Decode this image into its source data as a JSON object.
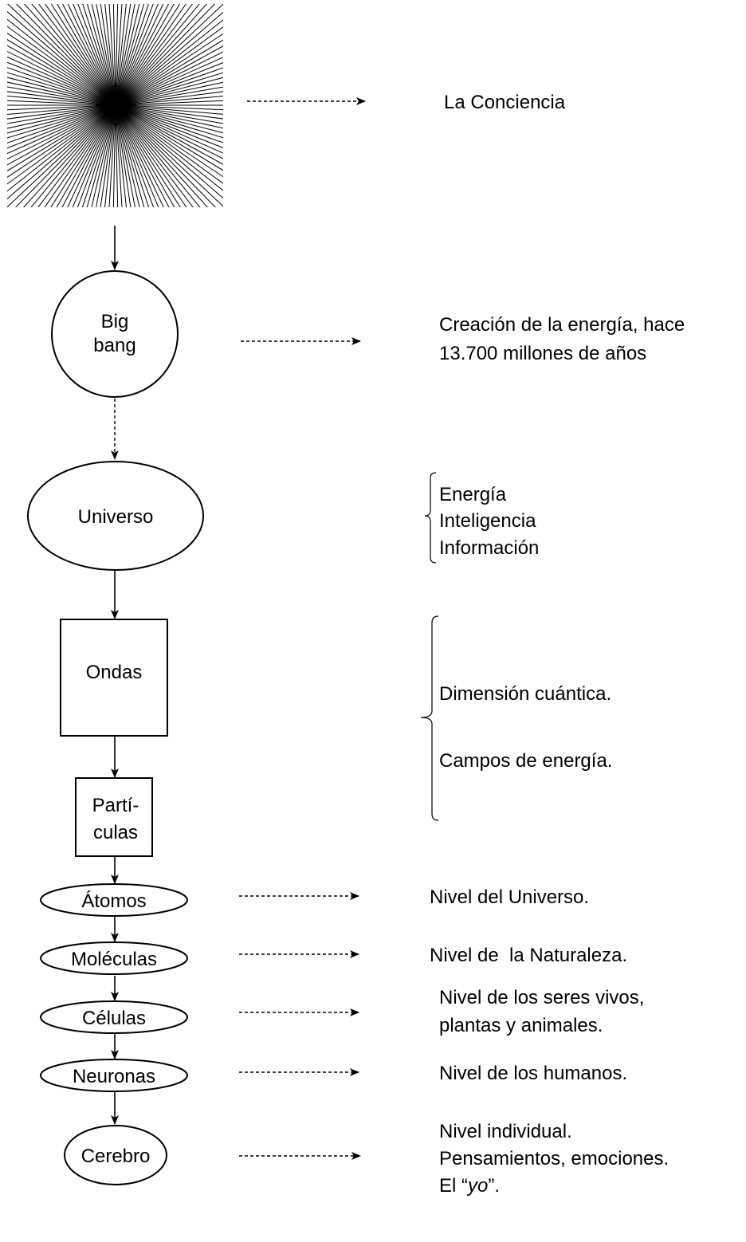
{
  "top": {
    "label": "La Conciencia",
    "icon": "radiating-lines-icon"
  },
  "nodes": {
    "big_bang": {
      "line1": "Big",
      "line2": "bang"
    },
    "universo": {
      "label": "Universo"
    },
    "ondas": {
      "label": "Ondas"
    },
    "particulas": {
      "line1": "Partí-",
      "line2": "culas"
    },
    "atomos": {
      "label": "Átomos"
    },
    "moleculas": {
      "label": "Moléculas"
    },
    "celulas": {
      "label": "Células"
    },
    "neuronas": {
      "label": "Neuronas"
    },
    "cerebro": {
      "label": "Cerebro"
    }
  },
  "notes": {
    "big_bang": {
      "line1": "Creación de la energía, hace",
      "line2": "13.700 millones de años"
    },
    "universo": {
      "line1": "Energía",
      "line2": "Inteligencia",
      "line3": "Información"
    },
    "quantum": {
      "line1": "Dimensión cuántica.",
      "line2": "Campos de energía."
    },
    "atomos": "Nivel del Universo.",
    "moleculas": "Nivel de  la Naturaleza.",
    "celulas": {
      "line1": "Nivel de los seres vivos,",
      "line2": "plantas y animales."
    },
    "neuronas": "Nivel de los humanos.",
    "cerebro": {
      "line1": "Nivel individual.",
      "line2": "Pensamientos, emociones.",
      "line3_prefix": "El “",
      "line3_italic": "yo",
      "line3_suffix": "”."
    }
  }
}
